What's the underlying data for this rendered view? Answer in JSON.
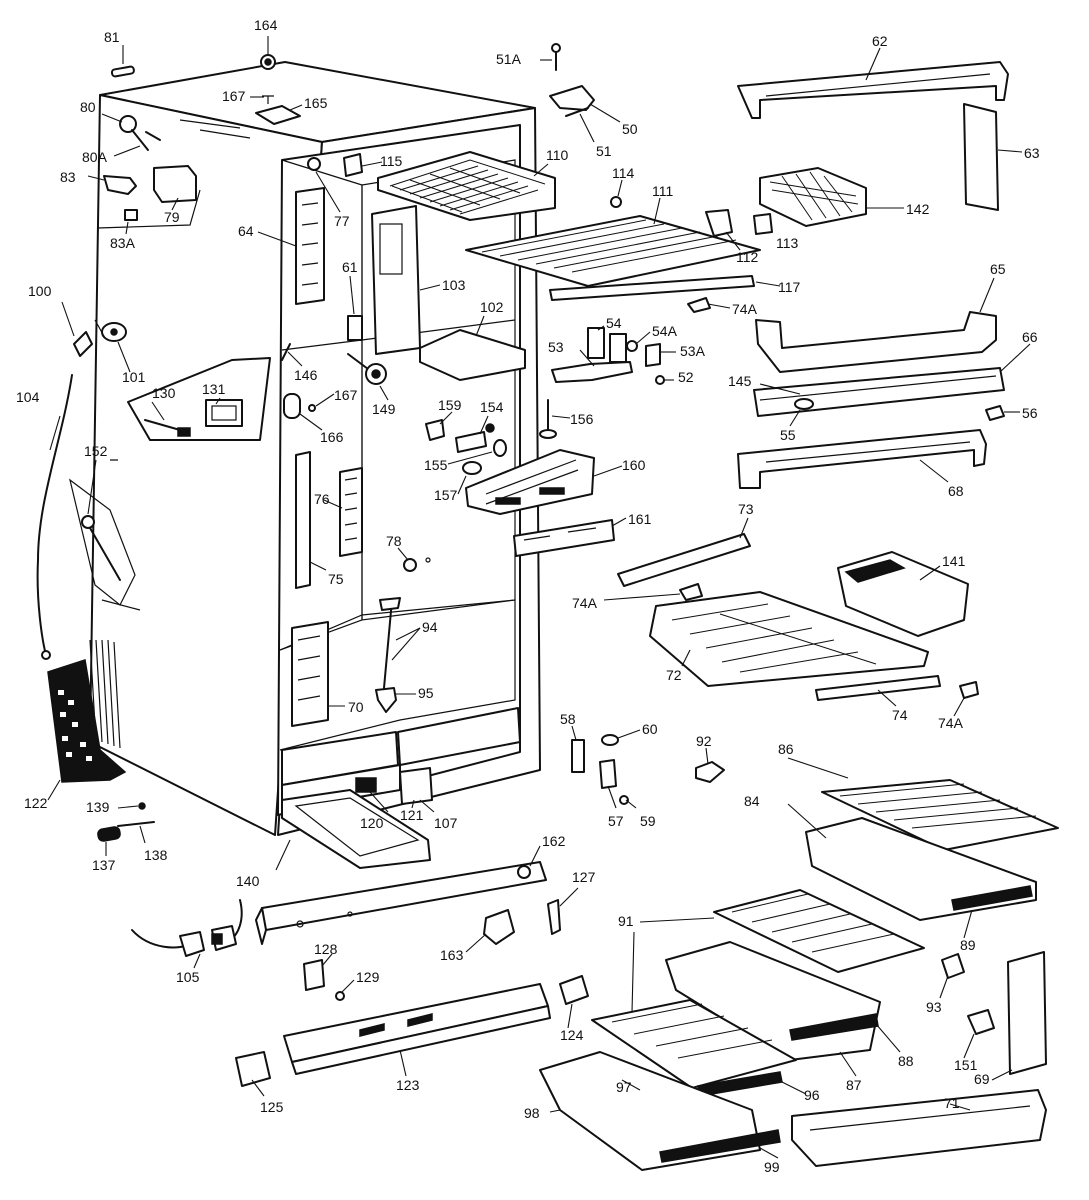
{
  "labels": [
    {
      "id": "81",
      "text": "81"
    },
    {
      "id": "164",
      "text": "164"
    },
    {
      "id": "167a",
      "text": "167"
    },
    {
      "id": "165",
      "text": "165"
    },
    {
      "id": "80",
      "text": "80"
    },
    {
      "id": "80A",
      "text": "80A"
    },
    {
      "id": "83",
      "text": "83"
    },
    {
      "id": "79",
      "text": "79"
    },
    {
      "id": "83A",
      "text": "83A"
    },
    {
      "id": "100",
      "text": "100"
    },
    {
      "id": "101",
      "text": "101"
    },
    {
      "id": "104",
      "text": "104"
    },
    {
      "id": "130",
      "text": "130"
    },
    {
      "id": "131",
      "text": "131"
    },
    {
      "id": "152",
      "text": "152"
    },
    {
      "id": "122",
      "text": "122"
    },
    {
      "id": "139",
      "text": "139"
    },
    {
      "id": "138",
      "text": "138"
    },
    {
      "id": "137",
      "text": "137"
    },
    {
      "id": "140",
      "text": "140"
    },
    {
      "id": "105",
      "text": "105"
    },
    {
      "id": "64",
      "text": "64"
    },
    {
      "id": "77",
      "text": "77"
    },
    {
      "id": "115",
      "text": "115"
    },
    {
      "id": "61",
      "text": "61"
    },
    {
      "id": "103",
      "text": "103"
    },
    {
      "id": "102",
      "text": "102"
    },
    {
      "id": "146",
      "text": "146"
    },
    {
      "id": "149",
      "text": "149"
    },
    {
      "id": "167b",
      "text": "167"
    },
    {
      "id": "166",
      "text": "166"
    },
    {
      "id": "76",
      "text": "76"
    },
    {
      "id": "75",
      "text": "75"
    },
    {
      "id": "78",
      "text": "78"
    },
    {
      "id": "94",
      "text": "94"
    },
    {
      "id": "95",
      "text": "95"
    },
    {
      "id": "70",
      "text": "70"
    },
    {
      "id": "120",
      "text": "120"
    },
    {
      "id": "121",
      "text": "121"
    },
    {
      "id": "107",
      "text": "107"
    },
    {
      "id": "162",
      "text": "162"
    },
    {
      "id": "128",
      "text": "128"
    },
    {
      "id": "129",
      "text": "129"
    },
    {
      "id": "163",
      "text": "163"
    },
    {
      "id": "127",
      "text": "127"
    },
    {
      "id": "124",
      "text": "124"
    },
    {
      "id": "123",
      "text": "123"
    },
    {
      "id": "125",
      "text": "125"
    },
    {
      "id": "51A",
      "text": "51A"
    },
    {
      "id": "50",
      "text": "50"
    },
    {
      "id": "51",
      "text": "51"
    },
    {
      "id": "110",
      "text": "110"
    },
    {
      "id": "114",
      "text": "114"
    },
    {
      "id": "111",
      "text": "111"
    },
    {
      "id": "112",
      "text": "112"
    },
    {
      "id": "113",
      "text": "113"
    },
    {
      "id": "117",
      "text": "117"
    },
    {
      "id": "74A_a",
      "text": "74A"
    },
    {
      "id": "54",
      "text": "54"
    },
    {
      "id": "54A",
      "text": "54A"
    },
    {
      "id": "53",
      "text": "53"
    },
    {
      "id": "53A",
      "text": "53A"
    },
    {
      "id": "52",
      "text": "52"
    },
    {
      "id": "159",
      "text": "159"
    },
    {
      "id": "154",
      "text": "154"
    },
    {
      "id": "156",
      "text": "156"
    },
    {
      "id": "155",
      "text": "155"
    },
    {
      "id": "157",
      "text": "157"
    },
    {
      "id": "160",
      "text": "160"
    },
    {
      "id": "161",
      "text": "161"
    },
    {
      "id": "62",
      "text": "62"
    },
    {
      "id": "63",
      "text": "63"
    },
    {
      "id": "142",
      "text": "142"
    },
    {
      "id": "65",
      "text": "65"
    },
    {
      "id": "66",
      "text": "66"
    },
    {
      "id": "145",
      "text": "145"
    },
    {
      "id": "55",
      "text": "55"
    },
    {
      "id": "56",
      "text": "56"
    },
    {
      "id": "68",
      "text": "68"
    },
    {
      "id": "73",
      "text": "73"
    },
    {
      "id": "141",
      "text": "141"
    },
    {
      "id": "74A_b",
      "text": "74A"
    },
    {
      "id": "72",
      "text": "72"
    },
    {
      "id": "74",
      "text": "74"
    },
    {
      "id": "74A_c",
      "text": "74A"
    },
    {
      "id": "58",
      "text": "58"
    },
    {
      "id": "60",
      "text": "60"
    },
    {
      "id": "92",
      "text": "92"
    },
    {
      "id": "57",
      "text": "57"
    },
    {
      "id": "59",
      "text": "59"
    },
    {
      "id": "86",
      "text": "86"
    },
    {
      "id": "84",
      "text": "84"
    },
    {
      "id": "89",
      "text": "89"
    },
    {
      "id": "91",
      "text": "91"
    },
    {
      "id": "93",
      "text": "93"
    },
    {
      "id": "88",
      "text": "88"
    },
    {
      "id": "87",
      "text": "87"
    },
    {
      "id": "151",
      "text": "151"
    },
    {
      "id": "69",
      "text": "69"
    },
    {
      "id": "96",
      "text": "96"
    },
    {
      "id": "97",
      "text": "97"
    },
    {
      "id": "98",
      "text": "98"
    },
    {
      "id": "99",
      "text": "99"
    },
    {
      "id": "71",
      "text": "71"
    }
  ]
}
